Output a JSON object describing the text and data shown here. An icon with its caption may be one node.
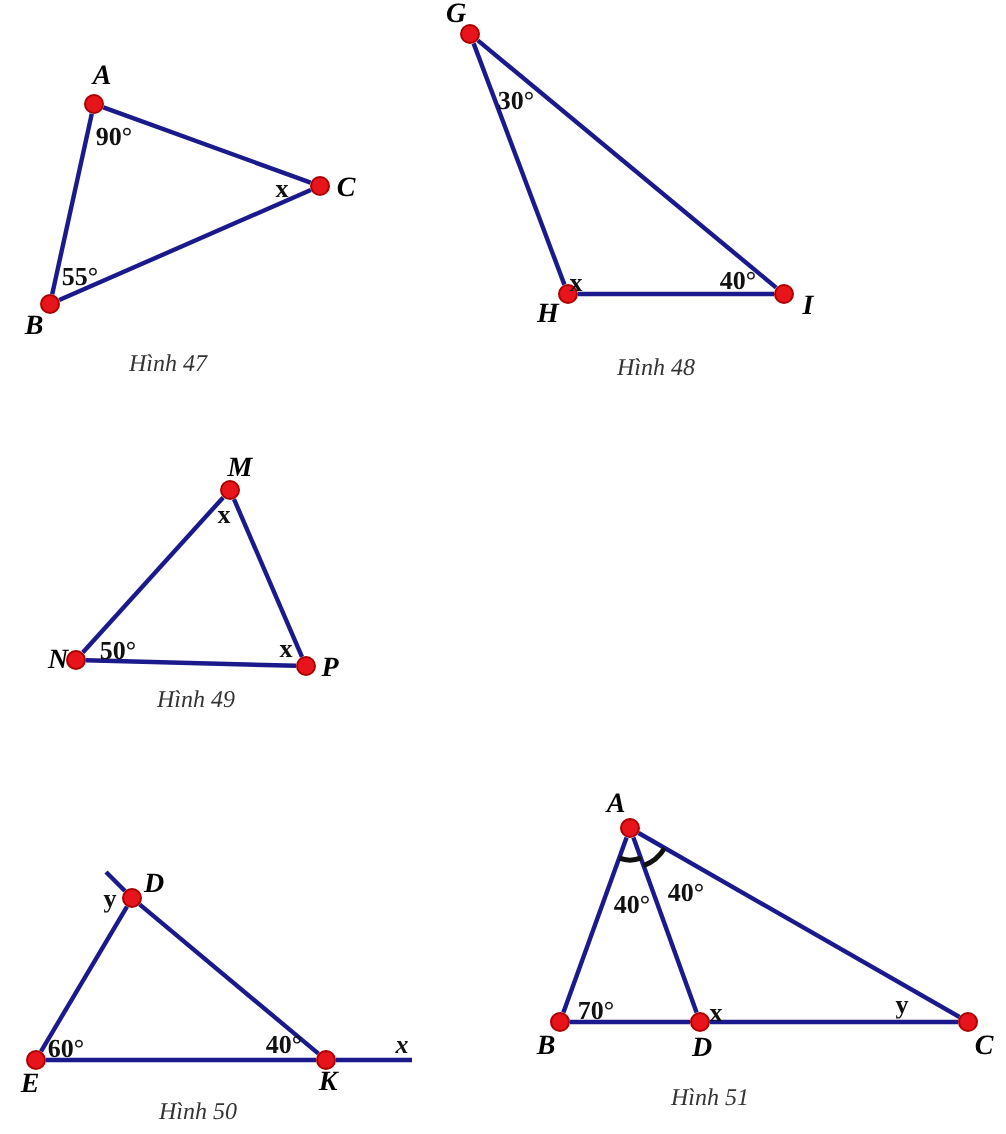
{
  "diagram": {
    "nodes": [
      {
        "text": [
          "A"
        ]
      },
      {
        "text": [
          "B"
        ]
      },
      {
        "text": [
          "C"
        ]
      },
      {
        "text": [
          "G"
        ]
      },
      {
        "text": [
          "H"
        ]
      },
      {
        "text": [
          "I"
        ]
      },
      {
        "text": [
          "M"
        ]
      },
      {
        "text": [
          "N"
        ]
      },
      {
        "text": [
          "P"
        ]
      },
      {
        "text": [
          "D"
        ]
      },
      {
        "text": [
          "E"
        ]
      },
      {
        "text": [
          "K"
        ]
      },
      {
        "text": [
          "x"
        ]
      },
      {
        "text": [
          "A"
        ]
      },
      {
        "text": [
          "B"
        ]
      },
      {
        "text": [
          "D"
        ]
      },
      {
        "text": [
          "C"
        ]
      }
    ],
    "edges": [
      {
        "from": 0,
        "to": 1,
        "arrow": "none"
      },
      {
        "from": 0,
        "to": 2,
        "arrow": "none"
      },
      {
        "from": 1,
        "to": 2,
        "arrow": "none"
      },
      {
        "from": 3,
        "to": 4,
        "arrow": "none"
      },
      {
        "from": 3,
        "to": 5,
        "arrow": "none"
      },
      {
        "from": 4,
        "to": 5,
        "arrow": "none"
      },
      {
        "from": 6,
        "to": 7,
        "arrow": "none"
      },
      {
        "from": 6,
        "to": 8,
        "arrow": "none"
      },
      {
        "from": 7,
        "to": 8,
        "arrow": "none"
      },
      {
        "from": 10,
        "to": 9,
        "arrow": "none"
      },
      {
        "from": 9,
        "to": 11,
        "arrow": "none"
      },
      {
        "from": 10,
        "to": 11,
        "arrow": "none"
      },
      {
        "from": 11,
        "to": 12,
        "arrow": "none"
      },
      {
        "from": 9,
        "to": null,
        "arrow": "none"
      },
      {
        "from": 13,
        "to": 14,
        "arrow": "none"
      },
      {
        "from": 13,
        "to": 15,
        "arrow": "none"
      },
      {
        "from": 13,
        "to": 16,
        "arrow": "none"
      },
      {
        "from": 14,
        "to": 15,
        "arrow": "none"
      },
      {
        "from": 15,
        "to": 16,
        "arrow": "none"
      }
    ],
    "labels": [
      "90°",
      "x",
      "55°",
      "Hình 47",
      "30°",
      "x",
      "40°",
      "Hình 48",
      "x",
      "50°",
      "x",
      "Hình 49",
      "y",
      "60°",
      "40°",
      "Hình 50",
      "40°",
      "40°",
      "70°",
      "x",
      "y",
      "Hình 51"
    ]
  }
}
